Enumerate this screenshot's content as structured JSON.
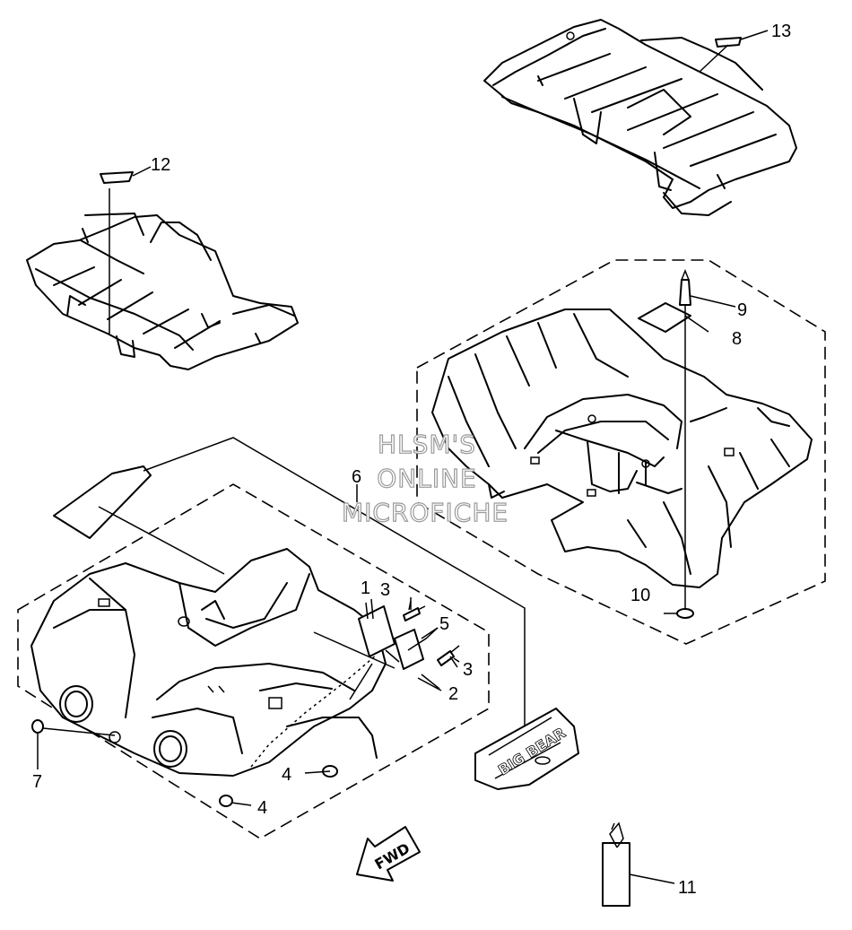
{
  "watermark": {
    "line1": "HLSM'S",
    "line2": "ONLINE",
    "line3": "MICROFICHE"
  },
  "callouts": [
    "1",
    "2",
    "3",
    "3",
    "4",
    "4",
    "5",
    "6",
    "7",
    "8",
    "9",
    "10",
    "11",
    "12",
    "13"
  ],
  "decal": {
    "brand_text": "BIG BEAR"
  },
  "forward_arrow": {
    "label": "FWD"
  }
}
